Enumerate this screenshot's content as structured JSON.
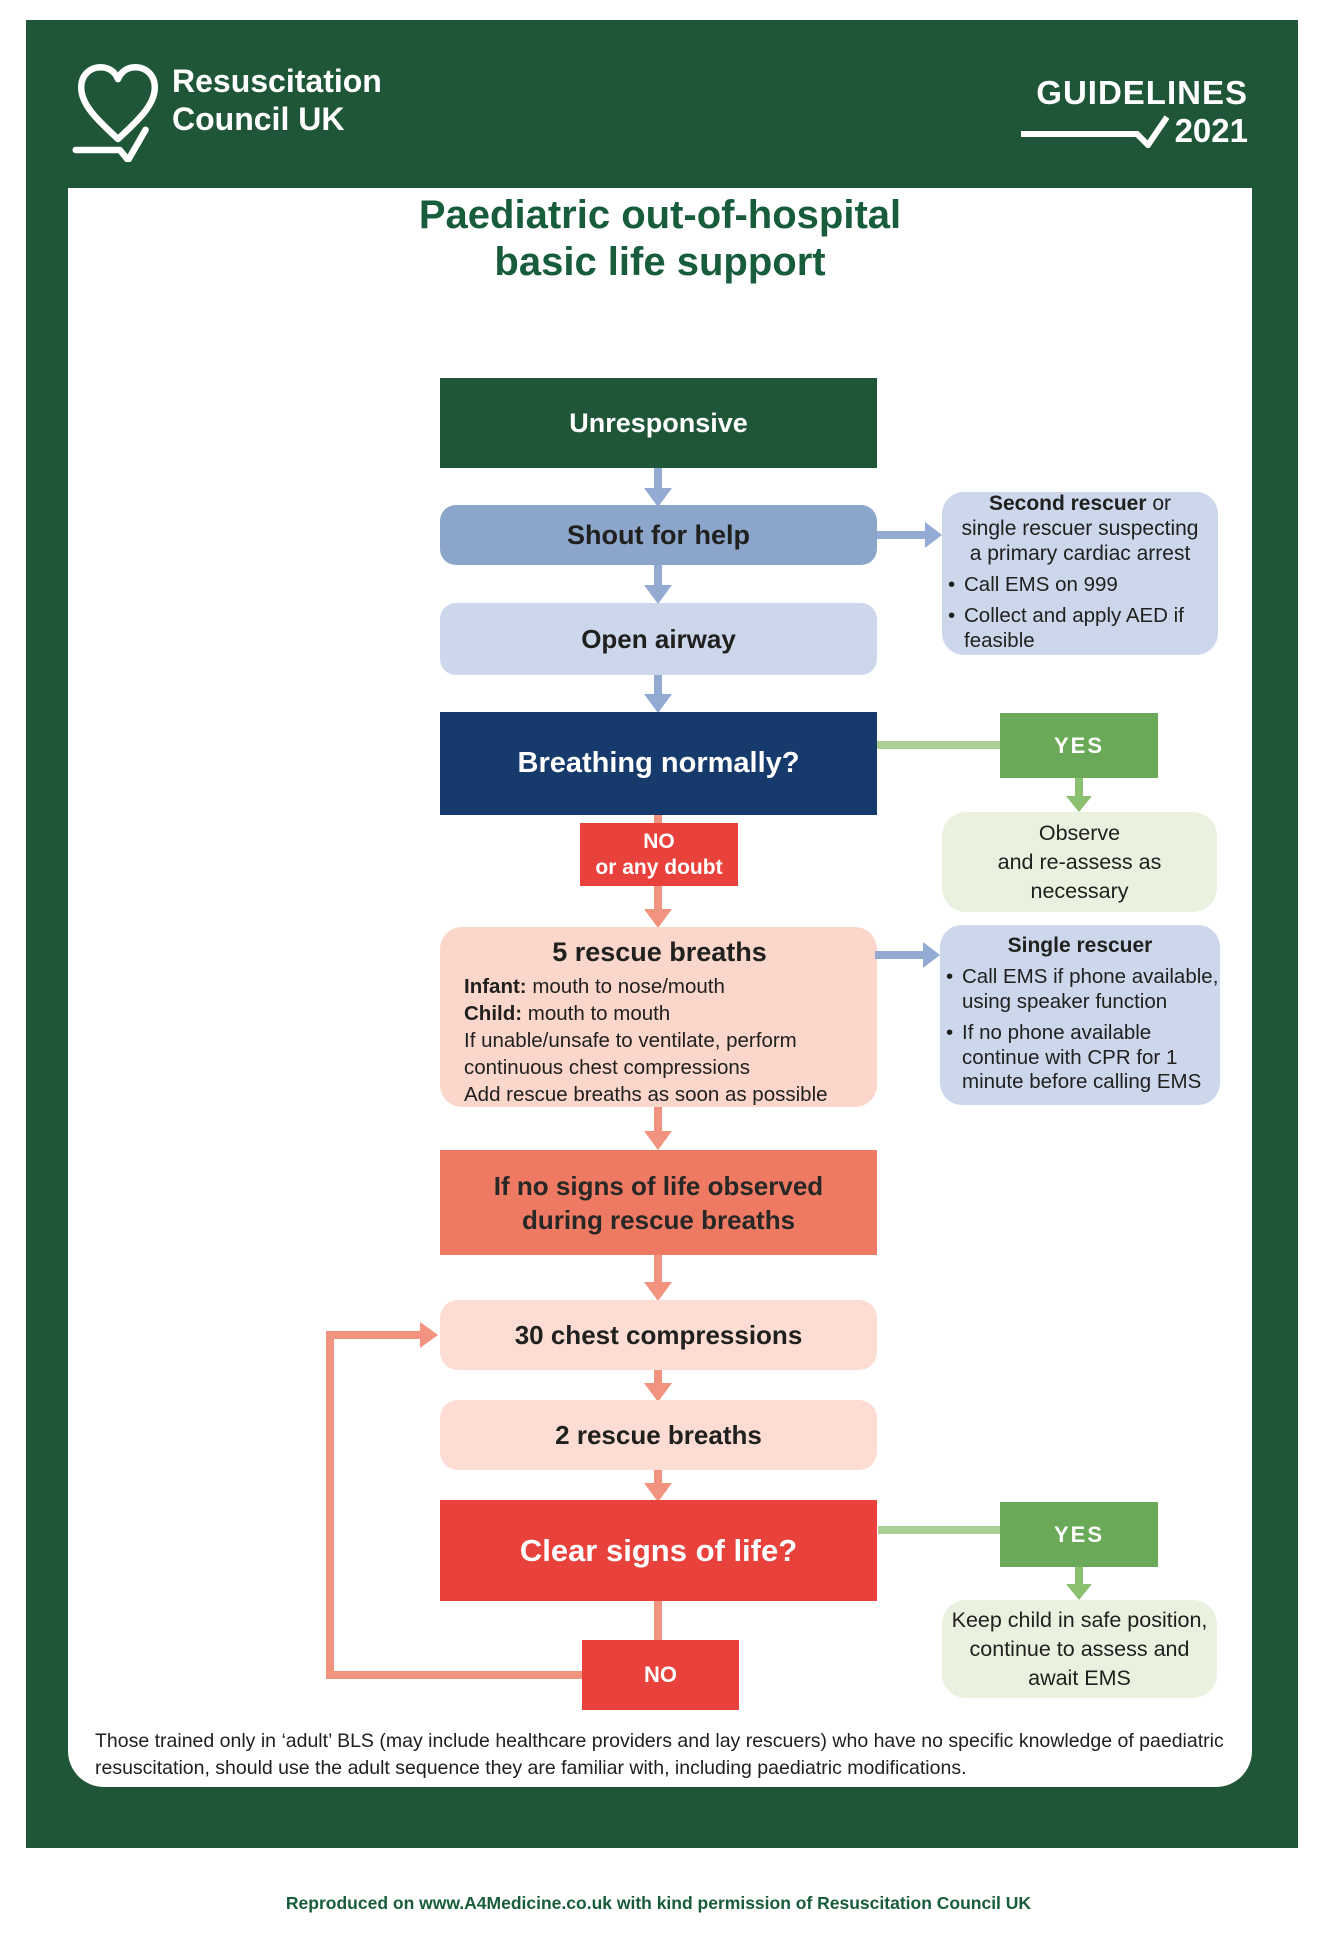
{
  "colors": {
    "brand_green": "#1F5638",
    "title_green": "#175C3B",
    "navy": "#163A6C",
    "steel_blue": "#8CA5CB",
    "lavender": "#CCD7EC",
    "arrow_blue": "#93AAD2",
    "red": "#E9413C",
    "coral": "#EE7A64",
    "peach": "#FBD6CB",
    "pink": "#FCDCD3",
    "salmon": "#F2937F",
    "yes_green": "#69A957",
    "light_green": "#EAF1DF"
  },
  "header": {
    "brand_line1": "Resuscitation",
    "brand_line2": "Council UK",
    "guidelines": "GUIDELINES",
    "year": "2021"
  },
  "title": {
    "line1": "Paediatric out-of-hospital",
    "line2": "basic life support"
  },
  "flow": {
    "unresponsive": "Unresponsive",
    "shout": "Shout for help",
    "open_airway": "Open airway",
    "breathing": "Breathing normally?",
    "no_doubt_line1": "NO",
    "no_doubt_line2": "or any doubt",
    "rescue5": {
      "title": "5 rescue breaths",
      "infant_label": "Infant:",
      "infant_text": " mouth to nose/mouth",
      "child_label": "Child:",
      "child_text": " mouth to mouth",
      "line3": "If unable/unsafe to ventilate, perform continuous chest compressions",
      "line4": "Add rescue breaths as soon as possible"
    },
    "no_signs_line1": "If no signs of life observed",
    "no_signs_line2": "during rescue breaths",
    "chest30": "30 chest compressions",
    "rescue2": "2 rescue breaths",
    "clear_signs": "Clear signs of life?",
    "no_label": "NO",
    "yes_top": "YES",
    "yes_bottom": "YES"
  },
  "side": {
    "second_rescuer": {
      "heading_bold": "Second rescuer",
      "heading_rest": " or",
      "heading_line2": "single rescuer suspecting",
      "heading_line3": "a primary cardiac arrest",
      "bullets": [
        "Call EMS on 999",
        "Collect and apply AED if feasible"
      ]
    },
    "observe_lines": [
      "Observe",
      "and re-assess as",
      "necessary"
    ],
    "single_rescuer": {
      "heading": "Single rescuer",
      "bullets": [
        "Call EMS if phone available, using speaker function",
        "If no phone available continue with CPR for 1 minute before calling EMS"
      ]
    },
    "keep_lines": [
      "Keep child in safe position,",
      "continue to assess and",
      "await EMS"
    ]
  },
  "footnote": "Those trained only in ‘adult’ BLS (may include healthcare providers and lay rescuers) who have no specific knowledge of paediatric resuscitation, should use the adult sequence they are familiar with, including paediatric modifications.",
  "credit": "Reproduced on www.A4Medicine.co.uk with kind permission of Resuscitation Council UK"
}
